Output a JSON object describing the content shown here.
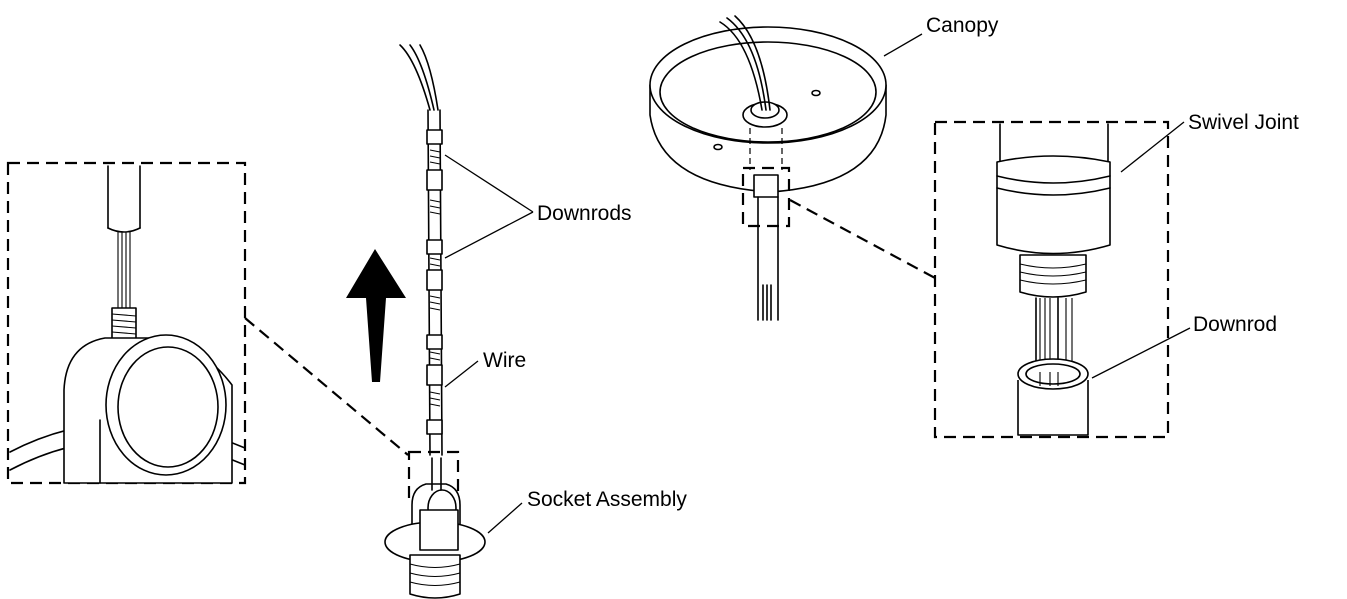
{
  "labels": {
    "canopy": "Canopy",
    "swivel_joint": "Swivel Joint",
    "downrods": "Downrods",
    "downrod": "Downrod",
    "wire": "Wire",
    "socket_assembly": "Socket Assembly"
  },
  "colors": {
    "ink": "#000000",
    "background": "#ffffff"
  },
  "icons": {
    "direction_arrow": "arrow-up-icon"
  }
}
